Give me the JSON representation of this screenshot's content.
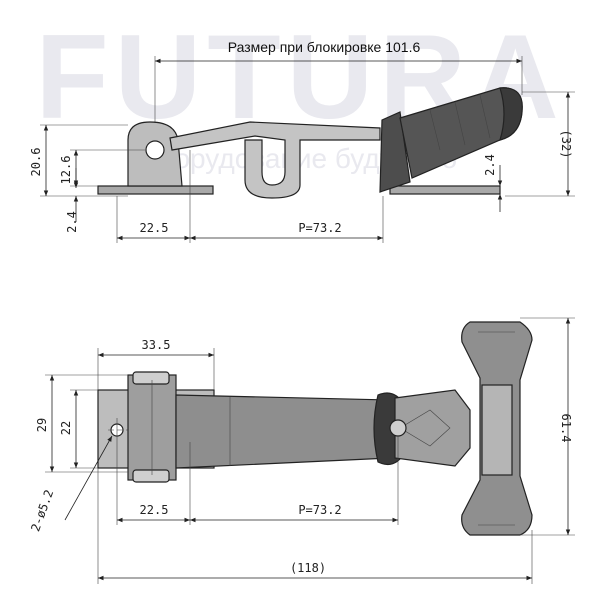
{
  "watermark": {
    "brand": "FUTURA",
    "tagline": "оборудование будущего"
  },
  "title": "Размер при блокировке 101.6",
  "side_view": {
    "dims": {
      "h_total": "20.6",
      "h_pivot": "12.6",
      "base_thk": "2.4",
      "base_thk_right": "2.4",
      "base_span": "22.5",
      "pitch": "P=73.2",
      "handle_h": "(32)"
    }
  },
  "top_view": {
    "dims": {
      "width_33": "33.5",
      "w29": "29",
      "w22": "22",
      "holes": "2-ø5.2",
      "base_span": "22.5",
      "pitch": "P=73.2",
      "handle_w": "61.4",
      "overall": "(118)"
    }
  },
  "colors": {
    "line": "#222222",
    "metal": "#bdbdbd",
    "plate": "#a9a9a9",
    "rubber": "#555555",
    "rubber_dark": "#3a3a3a",
    "watermark": "#e9e9ef"
  }
}
